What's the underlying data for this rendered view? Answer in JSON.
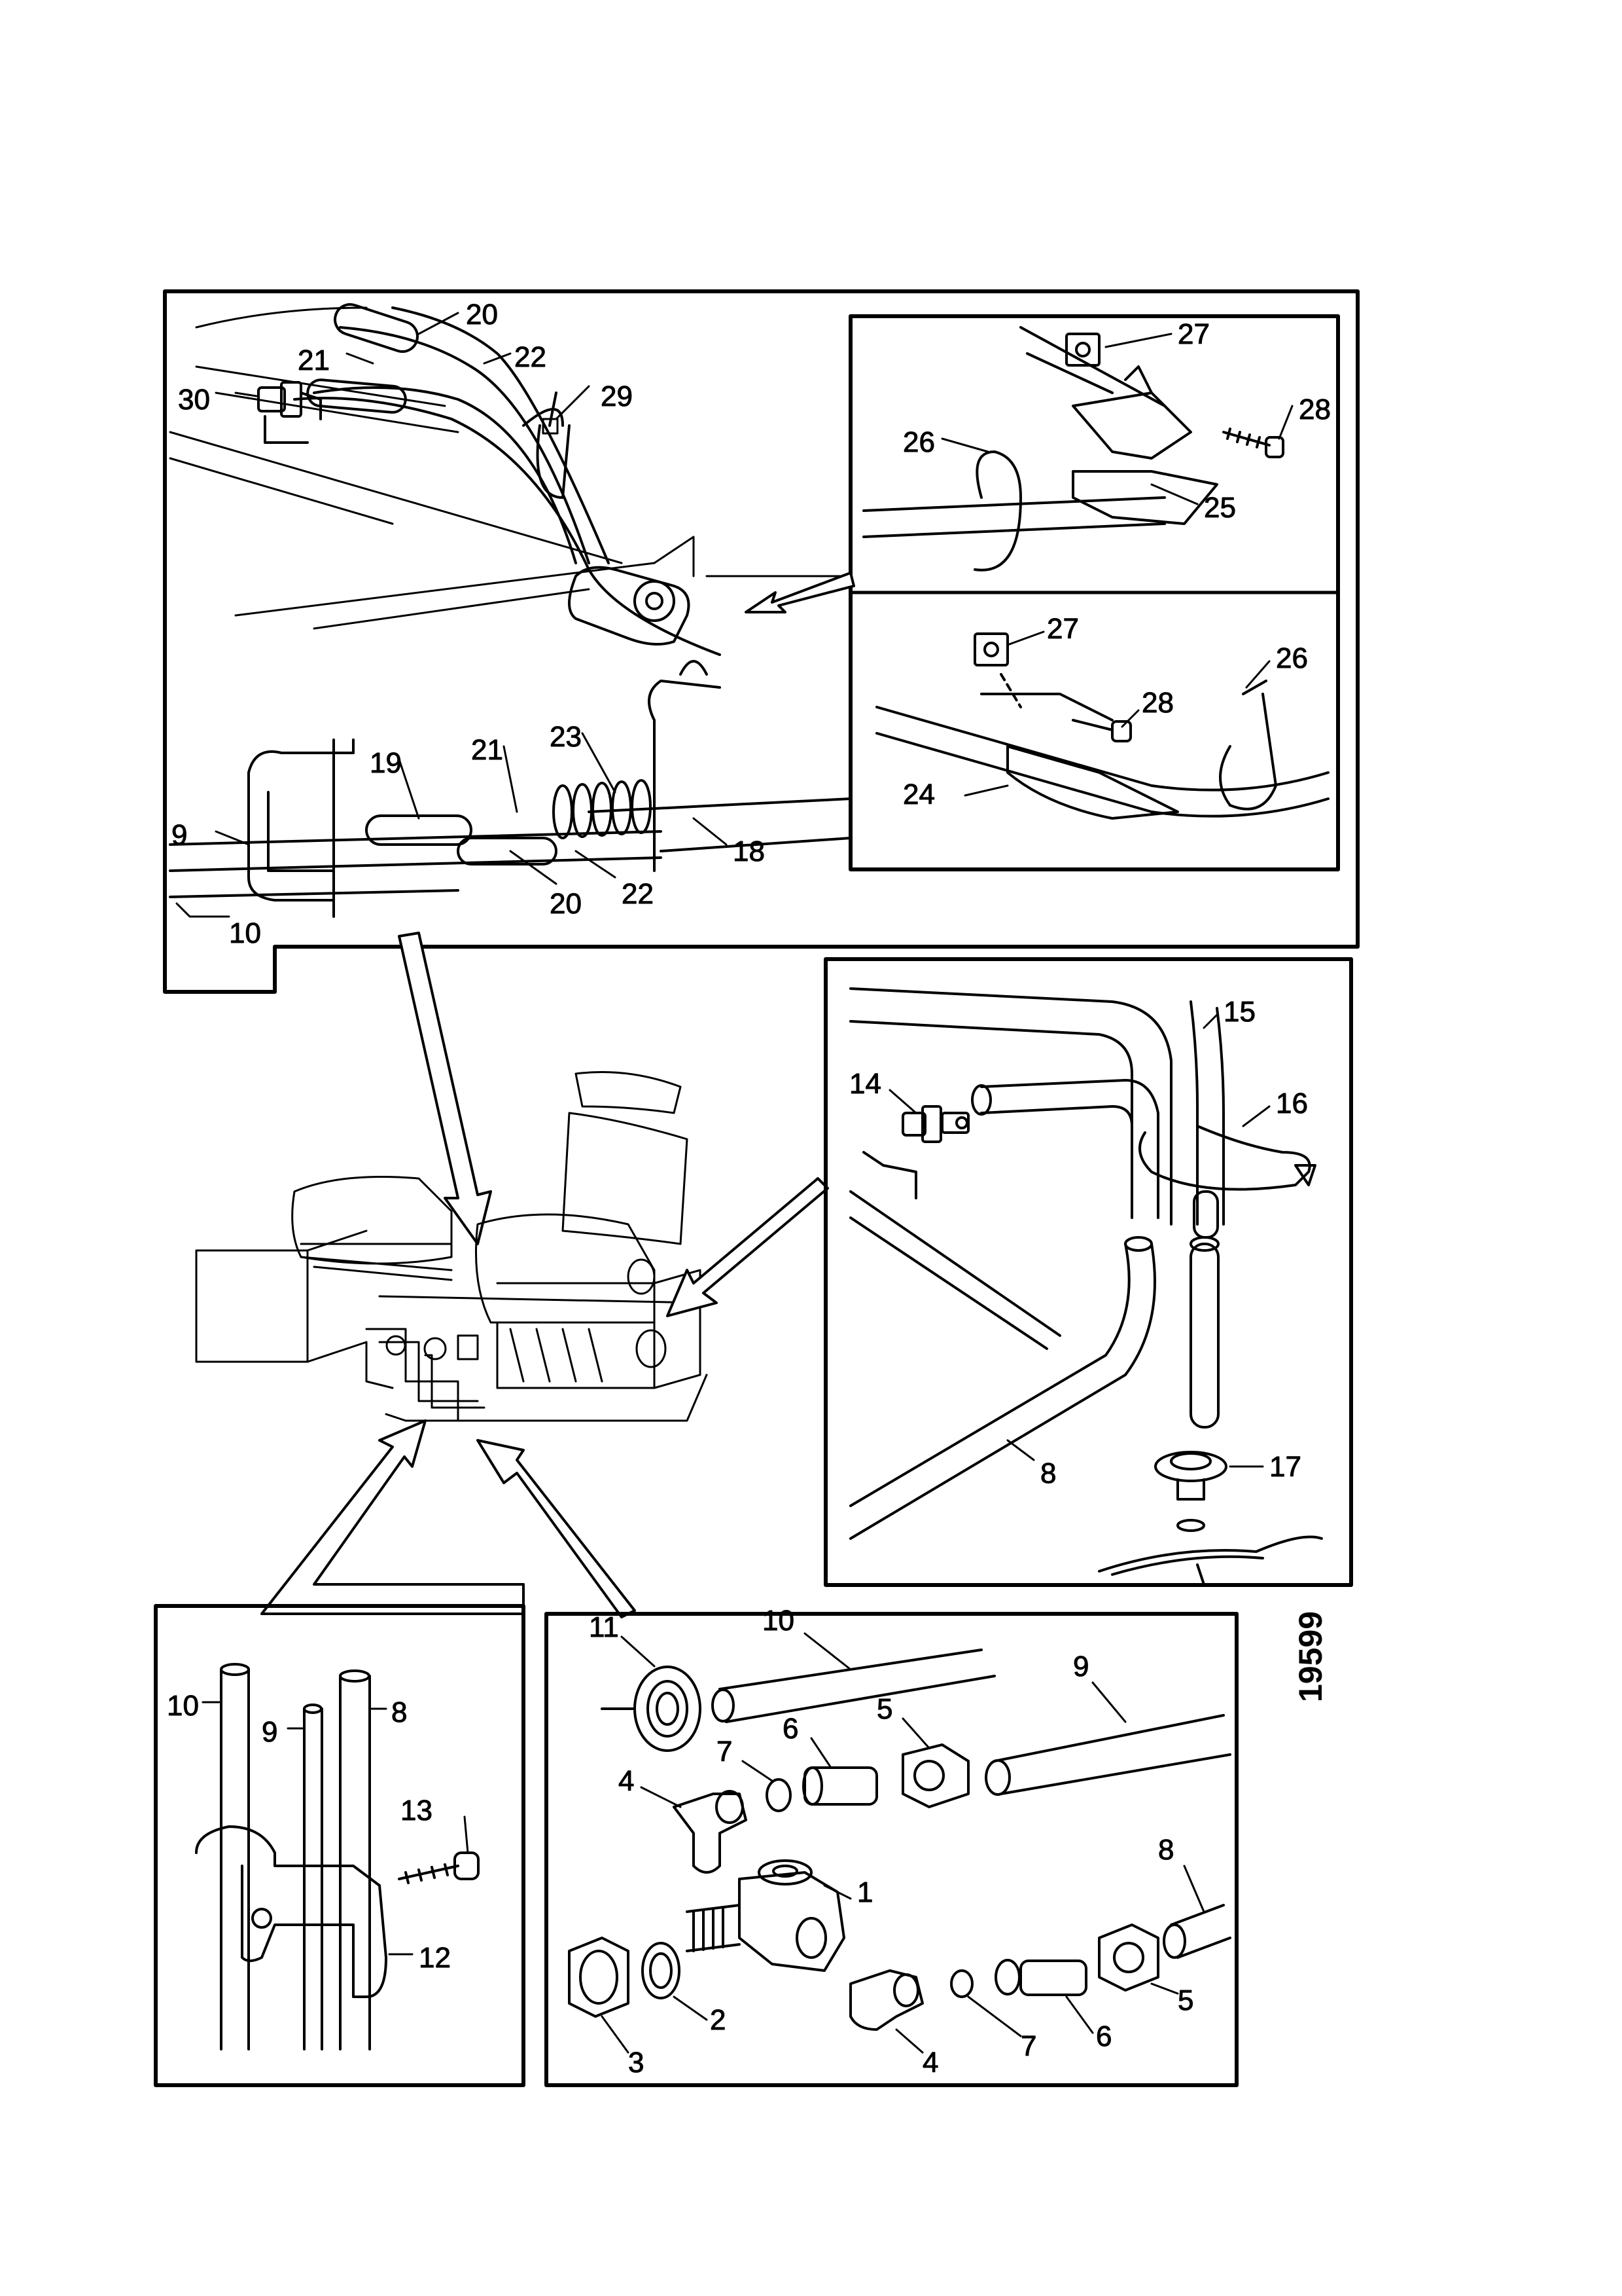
{
  "figure": {
    "reference_number": "19599"
  },
  "panels": {
    "top_left": {
      "callouts": [
        "20",
        "21",
        "22",
        "29",
        "30",
        "19",
        "21",
        "23",
        "9",
        "10",
        "20",
        "22",
        "18"
      ]
    },
    "top_right_upper": {
      "callouts": [
        "27",
        "28",
        "26",
        "25"
      ]
    },
    "top_right_lower": {
      "callouts": [
        "27",
        "28",
        "26",
        "24"
      ]
    },
    "middle_right": {
      "callouts": [
        "15",
        "14",
        "16",
        "8",
        "17"
      ]
    },
    "bottom_left": {
      "callouts": [
        "10",
        "9",
        "8",
        "13",
        "12"
      ]
    },
    "bottom_right": {
      "callouts": [
        "11",
        "10",
        "9",
        "7",
        "6",
        "5",
        "4",
        "1",
        "8",
        "3",
        "2",
        "4",
        "7",
        "6",
        "5"
      ]
    }
  },
  "icons": {
    "seat": "seat-icon",
    "pipe": "pipe-icon",
    "clamp": "clamp-icon",
    "nut": "nut-icon",
    "fitting": "fitting-icon"
  }
}
